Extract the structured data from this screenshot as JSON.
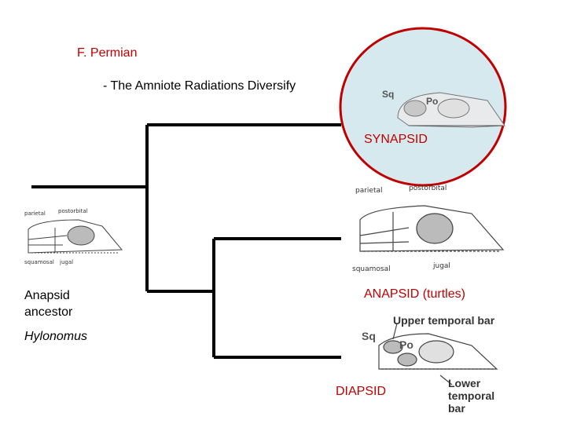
{
  "title": "F. Permian",
  "subtitle": "- The Amniote Radiations Diversify",
  "groups": {
    "synapsid": "SYNAPSID",
    "anapsid": "ANAPSID (turtles)",
    "diapsid": "DIAPSID"
  },
  "ancestor": {
    "line1": "Anapsid",
    "line2": "ancestor",
    "genus": "Hylonomus"
  },
  "skull_labels": {
    "ancestor": {
      "parietal": "parietal",
      "postorbital": "postorbital",
      "squamosal": "squamosal",
      "jugal": "jugal"
    },
    "anapsid": {
      "parietal": "parietal",
      "postorbital": "postorbital",
      "squamosal": "squamosal",
      "jugal": "jugal"
    },
    "synapsid": {
      "sq": "Sq",
      "po": "Po"
    },
    "diapsid": {
      "sq": "Sq",
      "po": "Po",
      "upper_bar": "Upper temporal bar",
      "lower_bar_1": "Lower",
      "lower_bar_2": "temporal",
      "lower_bar_3": "bar"
    }
  },
  "colors": {
    "accent_red": "#c00000",
    "highlight_fill": "#d6e9ef",
    "tree_line": "#000000"
  }
}
